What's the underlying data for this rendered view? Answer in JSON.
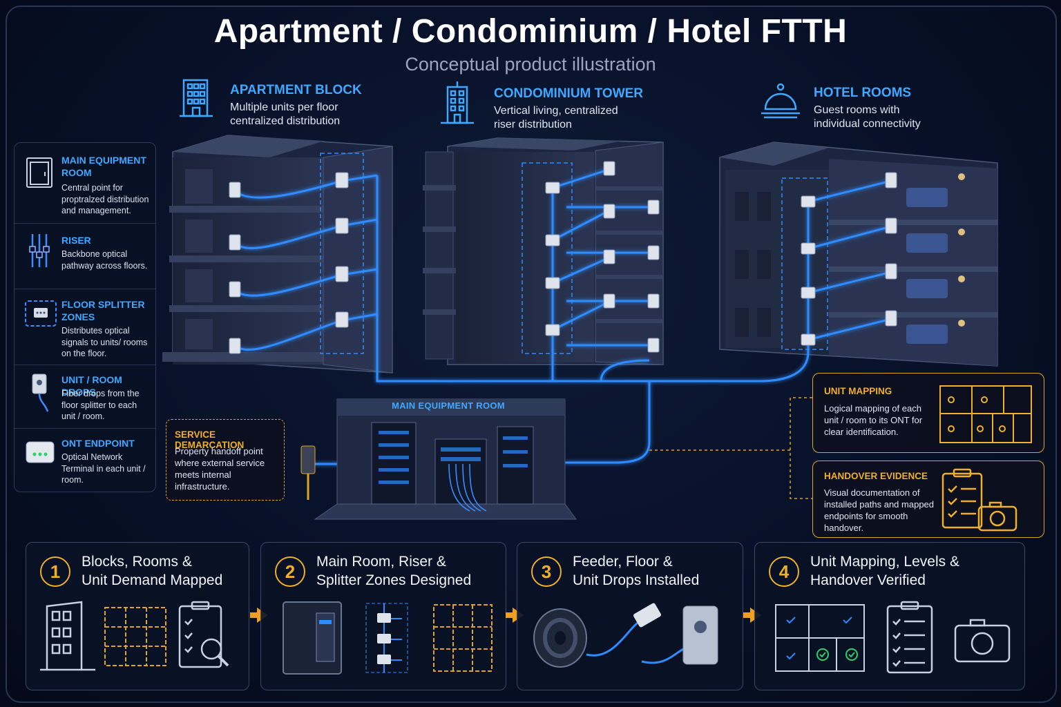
{
  "title": "Apartment / Condominium / Hotel FTTH",
  "subtitle": "Conceptual product illustration",
  "buildings": [
    {
      "icon": "apartment-building-icon",
      "heading": "APARTMENT BLOCK",
      "desc_line1": "Multiple units per floor",
      "desc_line2": "centralized distribution"
    },
    {
      "icon": "tower-building-icon",
      "heading": "CONDOMINIUM TOWER",
      "desc_line1": "Vertical living, centralized",
      "desc_line2": "riser distribution"
    },
    {
      "icon": "hotel-bell-icon",
      "heading": "HOTEL ROOMS",
      "desc_line1": "Guest rooms with",
      "desc_line2": "individual connectivity"
    }
  ],
  "legend": [
    {
      "title": "MAIN EQUIPMENT ROOM",
      "desc": "Central point for proptralzed distribution and management.",
      "icon": "equipment-room-icon"
    },
    {
      "title": "RISER",
      "desc": "Backbone optical pathway across floors.",
      "icon": "riser-icon"
    },
    {
      "title": "FLOOR SPLITTER ZONES",
      "desc": "Distributes optical signals to units/ rooms on the floor.",
      "icon": "splitter-icon"
    },
    {
      "title": "UNIT / ROOM DROPS",
      "desc": "Fiber drops from the floor splitter to each unit / room.",
      "icon": "wall-outlet-icon"
    },
    {
      "title": "ONT ENDPOINT",
      "desc": "Optical Network Terminal in each unit / room.",
      "icon": "ont-device-icon"
    }
  ],
  "main_room_label": "MAIN EQUIPMENT ROOM",
  "service_demarcation": {
    "title": "SERVICE DEMARCATION",
    "desc": "Property handoff point where external service meets internal infrastructure."
  },
  "unit_mapping": {
    "title": "UNIT MAPPING",
    "desc": "Logical mapping of each unit / room to its ONT for clear identification."
  },
  "handover_evidence": {
    "title": "HANDOVER EVIDENCE",
    "desc": "Visual documentation of installed paths and mapped endpoints for smooth handover."
  },
  "steps": [
    {
      "num": "1",
      "line1": "Blocks, Rooms &",
      "line2": "Unit Demand Mapped"
    },
    {
      "num": "2",
      "line1": "Main Room, Riser &",
      "line2": "Splitter Zones Designed"
    },
    {
      "num": "3",
      "line1": "Feeder, Floor &",
      "line2": "Unit Drops Installed"
    },
    {
      "num": "4",
      "line1": "Unit Mapping, Levels &",
      "line2": "Handover Verified"
    }
  ],
  "colors": {
    "background": "#050b1c",
    "fiber_blue": "#2f8cff",
    "accent_orange": "#f0b02a",
    "heading_blue": "#3fa9ff"
  }
}
